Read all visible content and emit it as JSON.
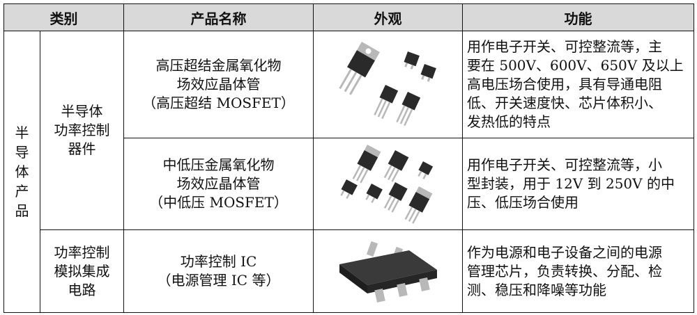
{
  "table": {
    "headers": [
      "类别",
      "产品名称",
      "外观",
      "功能"
    ],
    "category": [
      "半",
      "导",
      "体",
      "产",
      "品"
    ],
    "rows": [
      {
        "subcategory_lines": [
          "半导体",
          "功率控制",
          "器件"
        ],
        "name_lines": [
          "高压超结金属氧化物",
          "场效应晶体管",
          "（高压超结 MOSFET）"
        ],
        "image": "high-voltage-superjunction-mosfet-components",
        "function_lines": [
          "用作电子开关、可控整流等，主",
          "要在 500V、600V、650V 及以上",
          "高电压场合使用，具有导通电阻",
          "低、开关速度快、芯片体积小、",
          "发热低的特点"
        ]
      },
      {
        "name_lines": [
          "中低压金属氧化物",
          "场效应晶体管",
          "（中低压 MOSFET）"
        ],
        "image": "medium-low-voltage-mosfet-components",
        "function_lines": [
          "用作电子开关、可控整流等，小",
          "型封装，用于 12V 到 250V 的中",
          "压、低压场合使用"
        ]
      },
      {
        "subcategory_lines": [
          "功率控制",
          "模拟集成",
          "电路"
        ],
        "name_lines": [
          "功率控制 IC",
          "（电源管理 IC 等）"
        ],
        "image": "power-management-ic-chip",
        "function_lines": [
          "作为电源和电子设备之间的电源",
          "管理芯片，负责转换、分配、检",
          "测、稳压和降噪等功能"
        ]
      }
    ]
  },
  "colors": {
    "header_bg": "#d9d9d9",
    "border": "#111111",
    "component_dark": "#2a2a2a",
    "metal": "#b8b8b8"
  }
}
